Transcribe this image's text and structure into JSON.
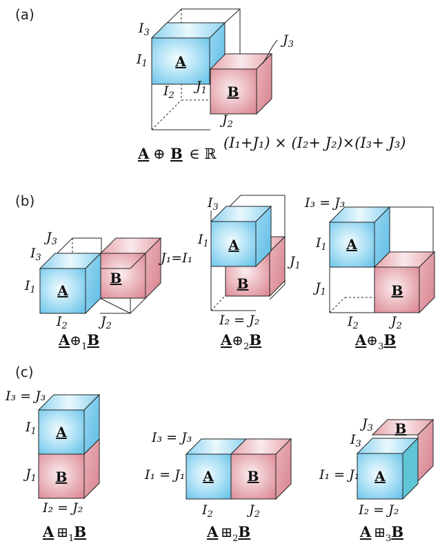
{
  "panels": {
    "a": {
      "label": "(a)",
      "block_a": "A",
      "block_b": "B",
      "dims": {
        "I3": "I",
        "I3_sub": "3",
        "I1": "I",
        "I1_sub": "1",
        "I2": "I",
        "I2_sub": "2",
        "J1": "J",
        "J1_sub": "1",
        "J2": "J",
        "J2_sub": "2",
        "J3": "J",
        "J3_sub": "3"
      },
      "formula": {
        "a": "A",
        "oplus": "⊕",
        "b": "B",
        "in": "∈ ℝ",
        "exponent": "(I₁+J₁) × (I₂+ J₂)×(I₃+ J₃)"
      }
    },
    "b": {
      "label": "(b)",
      "block_a": "A",
      "block_b": "B",
      "sub1": {
        "J3": "J",
        "J3_sub": "3",
        "I3": "I",
        "I3_sub": "3",
        "I1": "I",
        "I1_sub": "1",
        "I2": "I",
        "I2_sub": "2",
        "J2": "J",
        "J2_sub": "2",
        "J1_eq_I1": "J₁=I₁",
        "op_a": "A",
        "op": "⊕",
        "op_sub": "1",
        "op_b": "B"
      },
      "sub2": {
        "I3": "I",
        "I3_sub": "3",
        "I1": "I",
        "I1_sub": "1",
        "J1": "J",
        "J1_sub": "1",
        "I2_eq_J2": "I₂ = J₂",
        "op_a": "A",
        "op": "⊕",
        "op_sub": "2",
        "op_b": "B"
      },
      "sub3": {
        "I3_eq_J3": "I₃ = J₃",
        "I1": "I",
        "I1_sub": "1",
        "J1": "J",
        "J1_sub": "1",
        "I2": "I",
        "I2_sub": "2",
        "J2": "J",
        "J2_sub": "2",
        "op_a": "A",
        "op": "⊕",
        "op_sub": "3",
        "op_b": "B"
      }
    },
    "c": {
      "label": "(c)",
      "block_a": "A",
      "block_b": "B",
      "sub1": {
        "I3_eq_J3": "I₃ = J₃",
        "I1": "I",
        "I1_sub": "1",
        "J1": "J",
        "J1_sub": "1",
        "I2_eq_J2": "I₂ = J₂",
        "op_a": "A",
        "op": "⊞",
        "op_sub": "1",
        "op_b": "B"
      },
      "sub2": {
        "I3_eq_J3": "I₃ = J₃",
        "I1_eq_J1": "I₁ = J₁",
        "I2": "I",
        "I2_sub": "2",
        "J2": "J",
        "J2_sub": "2",
        "op_a": "A",
        "op": "⊞",
        "op_sub": "2",
        "op_b": "B"
      },
      "sub3": {
        "J3": "J",
        "J3_sub": "3",
        "I3": "I",
        "I3_sub": "3",
        "I1_eq_J1": "I₁ = J₁",
        "I2_eq_J2": "I₂ = J₂",
        "op_a": "A",
        "op": "⊞",
        "op_sub": "3",
        "op_b": "B"
      }
    }
  },
  "colors": {
    "blue_front": "#8fd3f0",
    "blue_light": "#e6f6fd",
    "blue_side": "#6cc3e8",
    "blue_top": "#a9def4",
    "red_front": "#e7a5ae",
    "red_light": "#f9e6e8",
    "red_side": "#dc8f99",
    "red_top": "#eeb8bf"
  }
}
